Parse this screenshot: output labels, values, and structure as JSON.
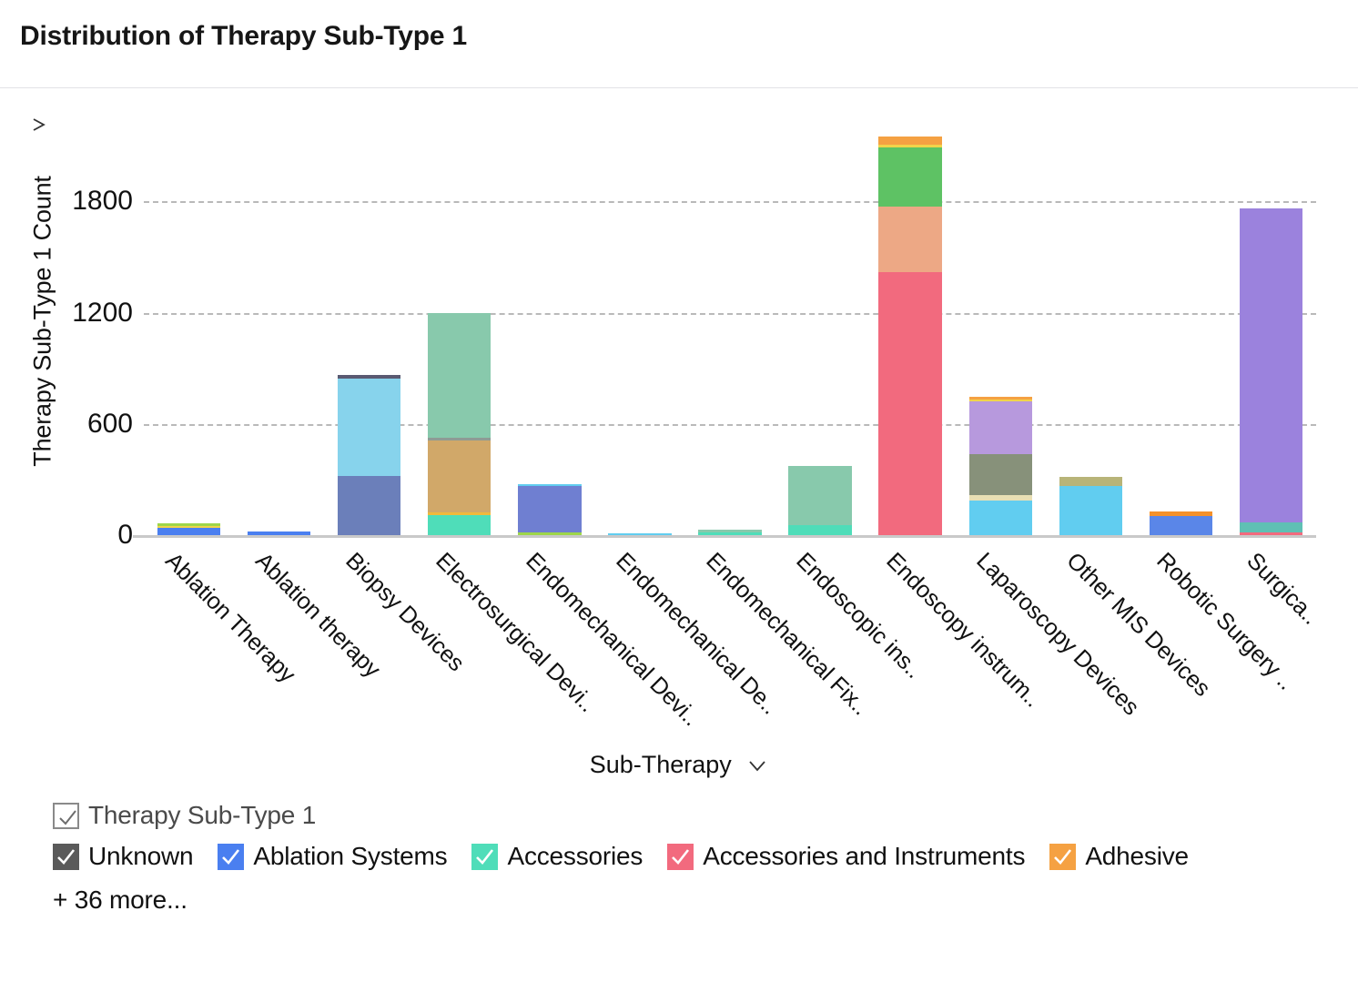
{
  "header": {
    "title": "Distribution of Therapy Sub-Type 1"
  },
  "axes": {
    "y_title": "Therapy Sub-Type 1 Count",
    "y_chevron_icon": "chevron-down-icon",
    "x_title": "Sub-Therapy",
    "x_chevron_icon": "chevron-down-icon"
  },
  "legend": {
    "title": "Therapy Sub-Type 1",
    "title_checkbox_state": "checked",
    "more_label": "+ 36 more...",
    "items": [
      {
        "label": "Unknown",
        "color": "#5a5a5a",
        "checked": true
      },
      {
        "label": "Ablation Systems",
        "color": "#4a7ff0",
        "checked": true
      },
      {
        "label": "Accessories",
        "color": "#4fddb9",
        "checked": true
      },
      {
        "label": "Accessories and Instruments",
        "color": "#f26a7e",
        "checked": true
      },
      {
        "label": "Adhesive",
        "color": "#f5a142",
        "checked": true
      }
    ]
  },
  "chart_data": {
    "type": "bar",
    "subtype": "stacked",
    "title": "Distribution of Therapy Sub-Type 1",
    "xlabel": "Sub-Therapy",
    "ylabel": "Therapy Sub-Type 1 Count",
    "ylim": [
      0,
      2150
    ],
    "yticks": [
      0,
      600,
      1200,
      1800
    ],
    "grid": "horizontal-dashed",
    "legend_position": "bottom",
    "categories": [
      "Ablation Therapy",
      "Ablation therapy",
      "Biopsy Devices",
      "Electrosurgical Devi..",
      "Endomechanical Devi..",
      "Endomechanical De..",
      "Endomechanical Fix..",
      "Endoscopic ins..",
      "Endoscopy instrum..",
      "Laparoscopy Devices",
      "Other MIS Devices",
      "Robotic Surgery ..",
      "Surgica.."
    ],
    "totals": [
      62,
      20,
      862,
      1200,
      275,
      12,
      30,
      375,
      2150,
      745,
      315,
      130,
      1760
    ],
    "bars": [
      {
        "category": "Ablation Therapy",
        "total": 62,
        "segments": [
          {
            "color": "#4a7ff0",
            "value": 40
          },
          {
            "color": "#f0d44a",
            "value": 8
          },
          {
            "color": "#9ed64a",
            "value": 14
          }
        ]
      },
      {
        "category": "Ablation therapy",
        "total": 20,
        "segments": [
          {
            "color": "#4a7ff0",
            "value": 20
          }
        ]
      },
      {
        "category": "Biopsy Devices",
        "total": 862,
        "segments": [
          {
            "color": "#6b7fba",
            "value": 320
          },
          {
            "color": "#87d3ec",
            "value": 522
          },
          {
            "color": "#5a5a72",
            "value": 20
          }
        ]
      },
      {
        "category": "Electrosurgical Devi..",
        "total": 1200,
        "segments": [
          {
            "color": "#4fddb9",
            "value": 110
          },
          {
            "color": "#f0b93c",
            "value": 12
          },
          {
            "color": "#d1a869",
            "value": 390
          },
          {
            "color": "#8f9b94",
            "value": 14
          },
          {
            "color": "#88c9ac",
            "value": 674
          }
        ]
      },
      {
        "category": "Endomechanical Devi..",
        "total": 275,
        "segments": [
          {
            "color": "#9ed64a",
            "value": 16
          },
          {
            "color": "#6f7fd1",
            "value": 248
          },
          {
            "color": "#61cdf0",
            "value": 11
          }
        ]
      },
      {
        "category": "Endomechanical De..",
        "total": 12,
        "segments": [
          {
            "color": "#61cdf0",
            "value": 12
          }
        ]
      },
      {
        "category": "Endomechanical Fix..",
        "total": 30,
        "segments": [
          {
            "color": "#4fddb9",
            "value": 14
          },
          {
            "color": "#88c9ac",
            "value": 16
          }
        ]
      },
      {
        "category": "Endoscopic ins..",
        "total": 375,
        "segments": [
          {
            "color": "#4fddb9",
            "value": 55
          },
          {
            "color": "#88c9ac",
            "value": 320
          }
        ]
      },
      {
        "category": "Endoscopy instrum..",
        "total": 2150,
        "segments": [
          {
            "color": "#f26a7e",
            "value": 1420
          },
          {
            "color": "#eda885",
            "value": 350
          },
          {
            "color": "#5ec264",
            "value": 320
          },
          {
            "color": "#f0d44a",
            "value": 18
          },
          {
            "color": "#f5a142",
            "value": 42
          }
        ]
      },
      {
        "category": "Laparoscopy Devices",
        "total": 745,
        "segments": [
          {
            "color": "#61cdf0",
            "value": 185
          },
          {
            "color": "#e8dfb4",
            "value": 30
          },
          {
            "color": "#87917a",
            "value": 220
          },
          {
            "color": "#b799dd",
            "value": 285
          },
          {
            "color": "#f0d44a",
            "value": 10
          },
          {
            "color": "#f5a142",
            "value": 15
          }
        ]
      },
      {
        "category": "Other MIS Devices",
        "total": 315,
        "segments": [
          {
            "color": "#61cdf0",
            "value": 265
          },
          {
            "color": "#b8b478",
            "value": 50
          }
        ]
      },
      {
        "category": "Robotic Surgery ..",
        "total": 130,
        "segments": [
          {
            "color": "#5a86e8",
            "value": 105
          },
          {
            "color": "#f5912a",
            "value": 25
          }
        ]
      },
      {
        "category": "Surgica..",
        "total": 1760,
        "segments": [
          {
            "color": "#f26a7e",
            "value": 14
          },
          {
            "color": "#5fc0b4",
            "value": 56
          },
          {
            "color": "#9b82dd",
            "value": 1690
          }
        ]
      }
    ]
  }
}
